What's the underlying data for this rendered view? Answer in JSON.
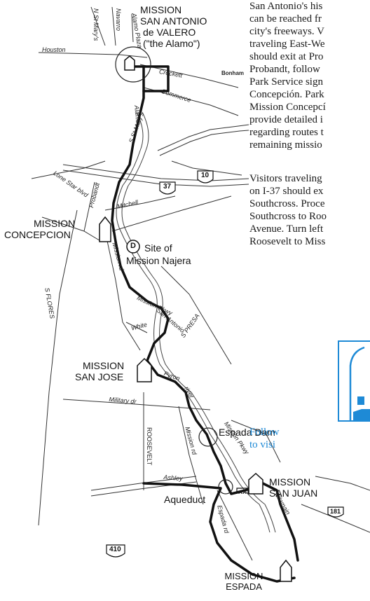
{
  "text_column": {
    "paragraph_1": [
      "San Antonio's his",
      "can be reached fr",
      "city's freeways. V",
      "traveling East-We",
      "should exit at Pro",
      "Probandt, follow",
      "Park Service sign",
      "Concepción. Park",
      "Mission Concepcí",
      "provide detailed i",
      "regarding routes t",
      "remaining missio"
    ],
    "paragraph_2": [
      "Visitors traveling",
      "on I-37 should ex",
      "Southcross. Proce",
      "Southcross to Roo",
      "Avenue. Turn left",
      "Roosevelt to Miss"
    ],
    "sign_caption": [
      "Follow",
      "to visi"
    ]
  },
  "missions": {
    "alamo": [
      "MISSION",
      "SAN ANTONIO",
      "de VALERO",
      "(\"the Alamo\")"
    ],
    "concepcion": [
      "MISSION",
      "CONCEPCION"
    ],
    "najera": [
      "Site of",
      "Mission Najera"
    ],
    "najera_marker": "D",
    "san_jose": [
      "MISSION",
      "SAN JOSE"
    ],
    "san_juan": [
      "MISSION",
      "SAN JUAN"
    ],
    "espada": [
      "MISSION",
      "ESPADA"
    ]
  },
  "features": {
    "espada_dam": "Espada Dam",
    "aqueduct": "Aqueduct"
  },
  "streets": {
    "n_st_marys": "N St Mary's",
    "navarro": "Navarro",
    "alamo_plaza": "Alamo Plaza",
    "houston": "Houston",
    "crockett": "Crockett",
    "bonham": "Bonham",
    "commerce": "Commerce",
    "alamo": "Alamo",
    "s_st_marys": "S St Mary's",
    "lone_star_blvd": "Lone Star blvd",
    "probandt": "Probandt",
    "mitchell": "Mitchell",
    "mission_rd": "Mission rd",
    "s_flores": "S FLORES",
    "mission_pkwy": "Mission Pkwy",
    "san_antonio_river": "San Antonio",
    "s_presa": "S PRESA",
    "white": "White",
    "pyron": "Pyron",
    "river": "river",
    "military_dr": "Military dr",
    "roosevelt": "ROOSEVELT",
    "mission_rd_south": "Mission rd",
    "ashley": "Ashley",
    "espada_rd": "Espada rd",
    "villamain": "Villamain",
    "mission_pkwy_south": "Mission Pkwy"
  },
  "highways": {
    "i37": "37",
    "i10": "10",
    "loop410": "410",
    "hwy181": "181"
  },
  "colors": {
    "ink": "#111111",
    "sign_blue": "#1e8ad6"
  }
}
